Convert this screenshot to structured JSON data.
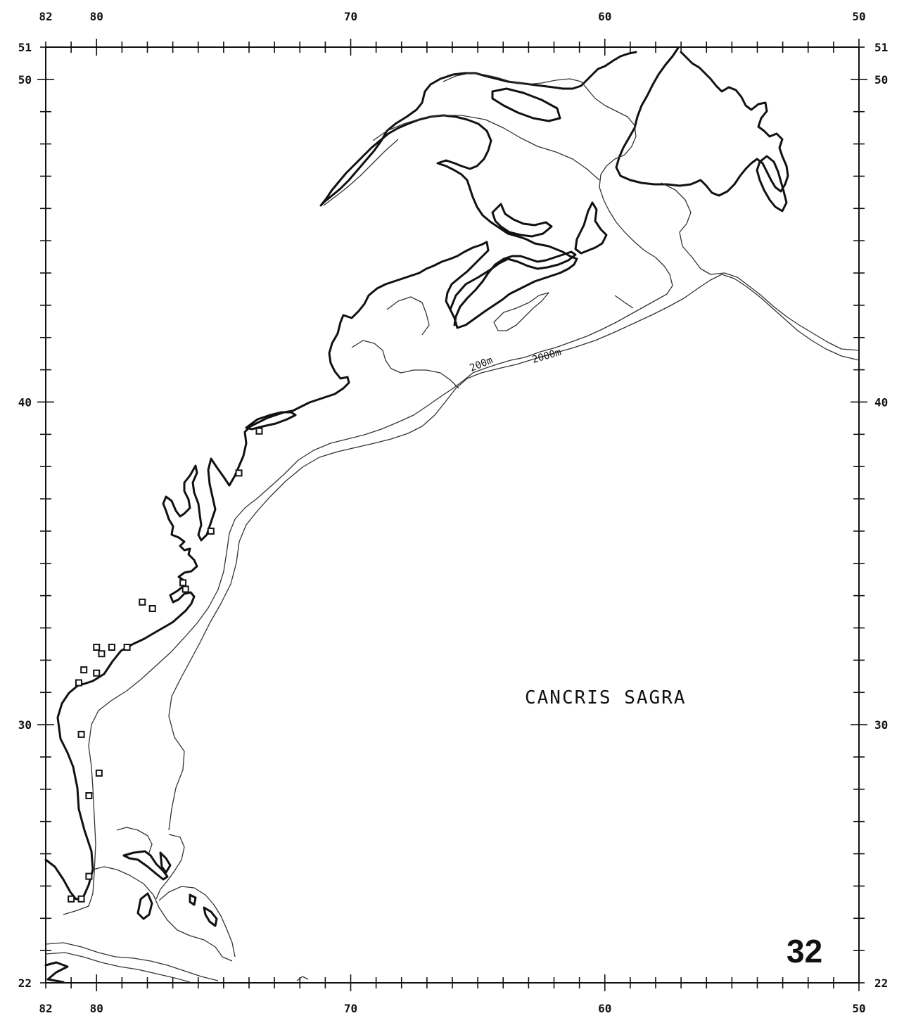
{
  "map": {
    "species_label": "CANCRIS SAGRA",
    "plate_number": "32",
    "contour_labels": [
      "200m",
      "2000m"
    ],
    "lon_range": [
      -82,
      -50
    ],
    "lat_range": [
      22,
      51
    ],
    "lon_labels": [
      {
        "lon": -82,
        "text": "82"
      },
      {
        "lon": -80,
        "text": "80"
      },
      {
        "lon": -70,
        "text": "70"
      },
      {
        "lon": -60,
        "text": "60"
      },
      {
        "lon": -50,
        "text": "50"
      }
    ],
    "lat_labels": [
      {
        "lat": 51,
        "text": "51"
      },
      {
        "lat": 50,
        "text": "50"
      },
      {
        "lat": 40,
        "text": "40"
      },
      {
        "lat": 30,
        "text": "30"
      },
      {
        "lat": 22,
        "text": "22"
      }
    ],
    "stations": [
      {
        "lon": -73.6,
        "lat": 39.1
      },
      {
        "lon": -74.4,
        "lat": 37.8
      },
      {
        "lon": -75.5,
        "lat": 36.0
      },
      {
        "lon": -76.6,
        "lat": 34.4
      },
      {
        "lon": -76.5,
        "lat": 34.2
      },
      {
        "lon": -78.2,
        "lat": 33.8
      },
      {
        "lon": -77.8,
        "lat": 33.6
      },
      {
        "lon": -78.8,
        "lat": 32.4
      },
      {
        "lon": -79.4,
        "lat": 32.4
      },
      {
        "lon": -80.0,
        "lat": 32.4
      },
      {
        "lon": -79.8,
        "lat": 32.2
      },
      {
        "lon": -80.5,
        "lat": 31.7
      },
      {
        "lon": -80.0,
        "lat": 31.6
      },
      {
        "lon": -80.7,
        "lat": 31.3
      },
      {
        "lon": -80.6,
        "lat": 29.7
      },
      {
        "lon": -79.9,
        "lat": 28.5
      },
      {
        "lon": -80.3,
        "lat": 27.8
      },
      {
        "lon": -80.3,
        "lat": 25.3
      },
      {
        "lon": -81.0,
        "lat": 24.6
      },
      {
        "lon": -80.6,
        "lat": 24.6
      }
    ]
  }
}
